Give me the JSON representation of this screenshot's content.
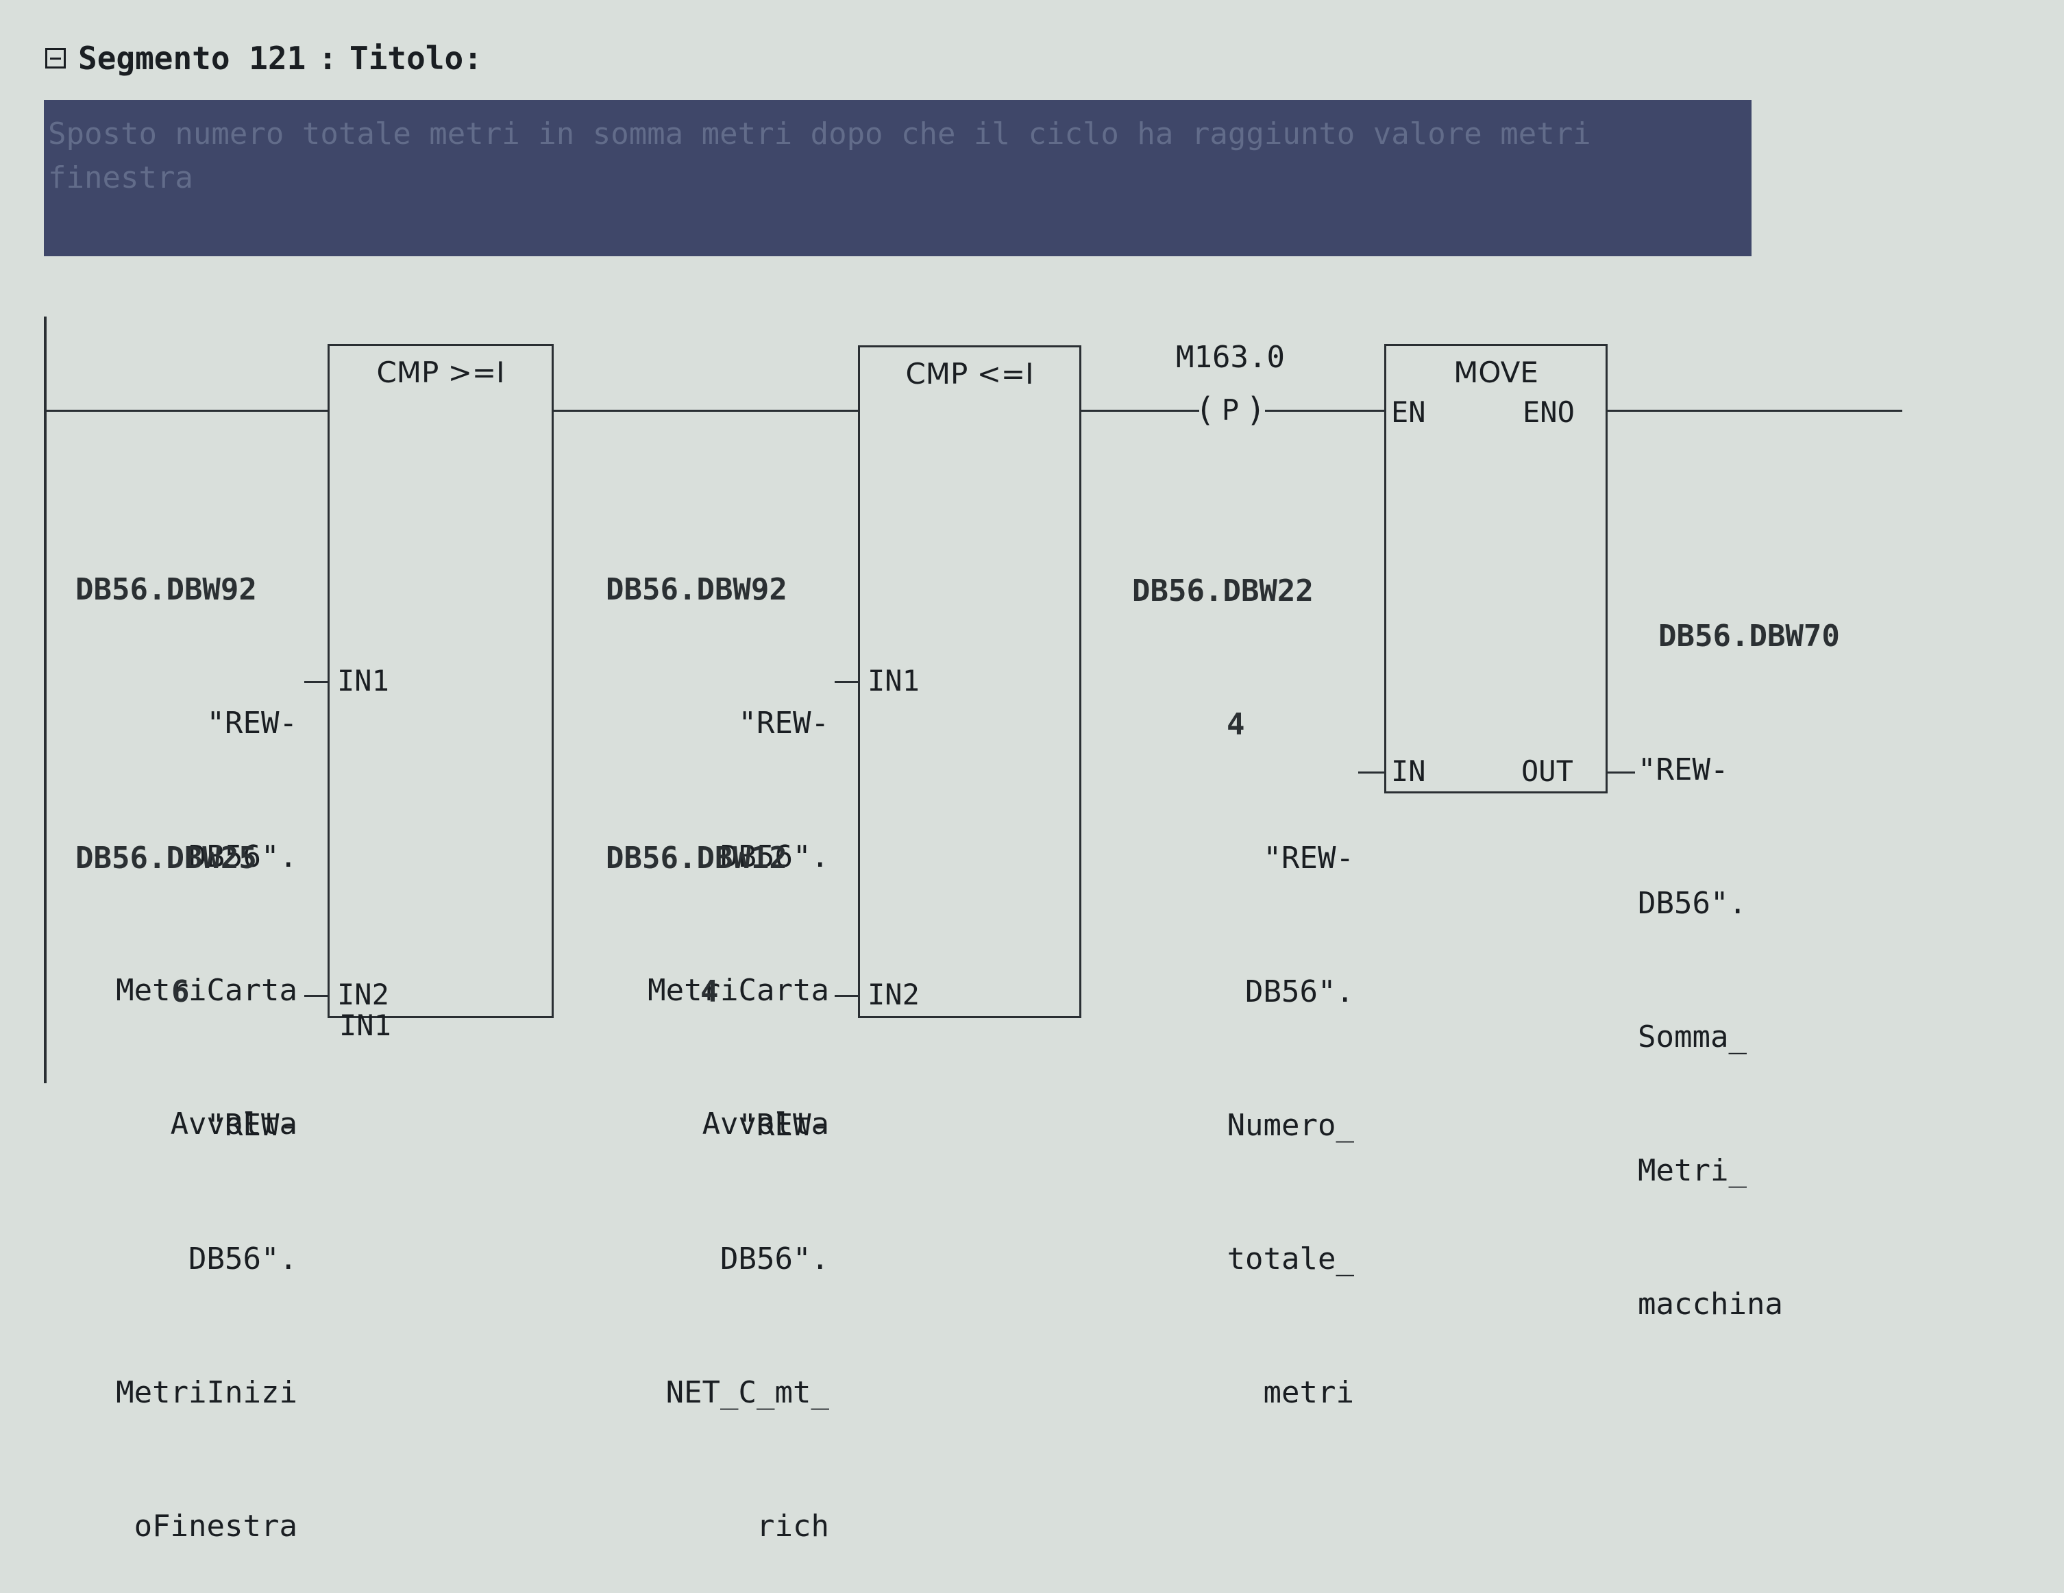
{
  "segment": {
    "label": "Segmento 121",
    "separator": ":",
    "title": "Titolo:"
  },
  "comment": "Sposto numero totale metri in somma metri dopo che il ciclo ha raggiunto valore metri finestra",
  "cmp1": {
    "title": "CMP >=I",
    "in1_pin": "IN1",
    "in2_pin": "IN2",
    "in1": {
      "address": "DB56.DBW92",
      "lines": [
        "\"REW-",
        "DB56\".",
        "MetriCarta",
        "Avvolta"
      ]
    },
    "in2": {
      "address_lines": [
        "DB56.DBW25",
        "6"
      ],
      "lines": [
        "\"REW-",
        "DB56\".",
        "MetriInizi",
        "oFinestra"
      ]
    }
  },
  "cmp2": {
    "title": "CMP <=I",
    "in1_pin": "IN1",
    "in2_pin": "IN2",
    "in1": {
      "address": "DB56.DBW92",
      "lines": [
        "\"REW-",
        "DB56\".",
        "MetriCarta",
        "Avvolta"
      ]
    },
    "in2": {
      "address_lines": [
        "DB56.DBW12",
        "4"
      ],
      "lines": [
        "\"REW-",
        "DB56\".",
        "NET_C_mt_",
        "rich"
      ]
    }
  },
  "coil": {
    "address": "M163.0",
    "symbol": "P"
  },
  "move": {
    "title": "MOVE",
    "en_pin": "EN",
    "eno_pin": "ENO",
    "in_pin": "IN",
    "out_pin": "OUT",
    "in": {
      "address_lines": [
        "DB56.DBW22",
        "4"
      ],
      "lines": [
        "\"REW-",
        "DB56\".",
        "Numero_",
        "totale_",
        "metri"
      ]
    },
    "out": {
      "address": "DB56.DBW70",
      "lines": [
        "\"REW-",
        "DB56\".",
        "Somma_",
        "Metri_",
        "macchina"
      ]
    }
  }
}
